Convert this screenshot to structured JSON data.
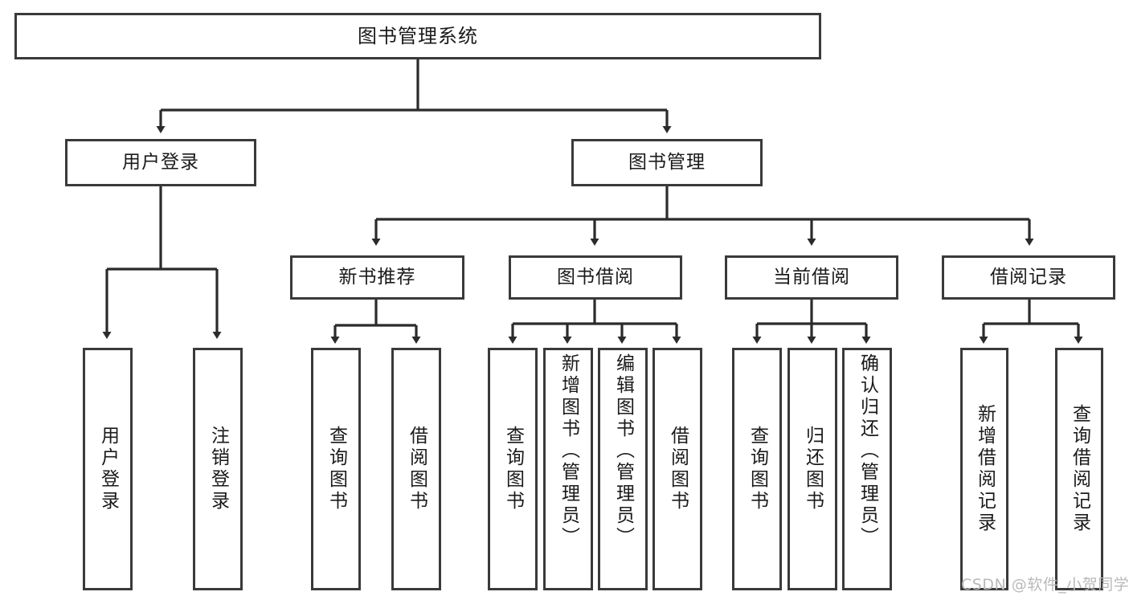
{
  "diagram": {
    "title": "图书管理系统",
    "type": "tree-hierarchy",
    "watermark": "CSDN @软件_小贺同学",
    "colors": {
      "box_border": "#3a3a3a",
      "box_fill": "#ffffff",
      "edge": "#2b2b2b",
      "text": "#1a1a1a",
      "watermark": "#b9b9b9",
      "background": "#ffffff"
    },
    "nodes": {
      "root": {
        "label": "图书管理系统"
      },
      "level2": [
        {
          "id": "user-login",
          "label": "用户登录"
        },
        {
          "id": "book-manage",
          "label": "图书管理"
        }
      ],
      "level3": [
        {
          "id": "new-book-recommend",
          "label": "新书推荐"
        },
        {
          "id": "book-borrow",
          "label": "图书借阅"
        },
        {
          "id": "current-borrow",
          "label": "当前借阅"
        },
        {
          "id": "borrow-record",
          "label": "借阅记录"
        }
      ],
      "leaves": [
        {
          "id": "leaf-user-login",
          "label": "用户登录",
          "parent": "user-login"
        },
        {
          "id": "leaf-logout",
          "label": "注销登录",
          "parent": "user-login"
        },
        {
          "id": "leaf-query-book-1",
          "label": "查询图书",
          "parent": "new-book-recommend"
        },
        {
          "id": "leaf-borrow-book-1",
          "label": "借阅图书",
          "parent": "new-book-recommend"
        },
        {
          "id": "leaf-query-book-2",
          "label": "查询图书",
          "parent": "book-borrow"
        },
        {
          "id": "leaf-add-book",
          "label": "新增图书（管理员）",
          "parent": "book-borrow"
        },
        {
          "id": "leaf-edit-book",
          "label": "编辑图书（管理员）",
          "parent": "book-borrow"
        },
        {
          "id": "leaf-borrow-book-2",
          "label": "借阅图书",
          "parent": "book-borrow"
        },
        {
          "id": "leaf-query-book-3",
          "label": "查询图书",
          "parent": "current-borrow"
        },
        {
          "id": "leaf-return-book",
          "label": "归还图书",
          "parent": "current-borrow"
        },
        {
          "id": "leaf-confirm-return",
          "label": "确认归还（管理员）",
          "parent": "current-borrow"
        },
        {
          "id": "leaf-add-record",
          "label": "新增借阅记录",
          "parent": "borrow-record"
        },
        {
          "id": "leaf-query-record",
          "label": "查询借阅记录",
          "parent": "borrow-record"
        }
      ]
    }
  }
}
